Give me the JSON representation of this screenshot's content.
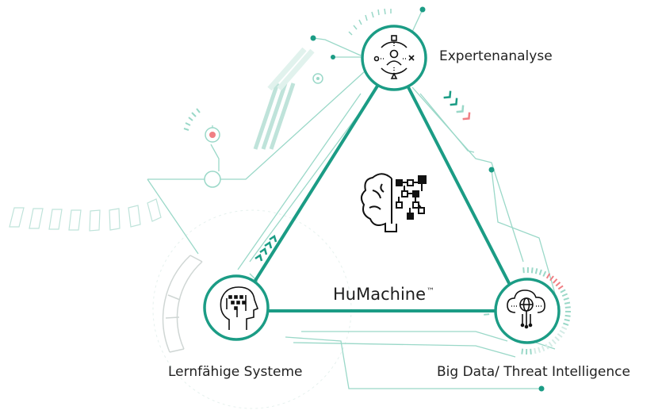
{
  "diagram": {
    "center_title": "HuMachine",
    "center_mark": "™",
    "nodes": {
      "top": {
        "label": "Expertenanalyse",
        "icon": "expert-analysis-icon"
      },
      "left": {
        "label": "Lernfähige Systeme",
        "icon": "machine-learning-head-icon"
      },
      "right": {
        "label": "Big Data/ Threat Intelligence",
        "icon": "cloud-globe-icon"
      }
    },
    "center_icon": "brain-circuit-icon"
  },
  "colors": {
    "accent": "#1b9c85",
    "light_accent": "#9ad8c8",
    "alert": "#f07f84",
    "faint": "#d5ece6",
    "text": "#222222"
  }
}
